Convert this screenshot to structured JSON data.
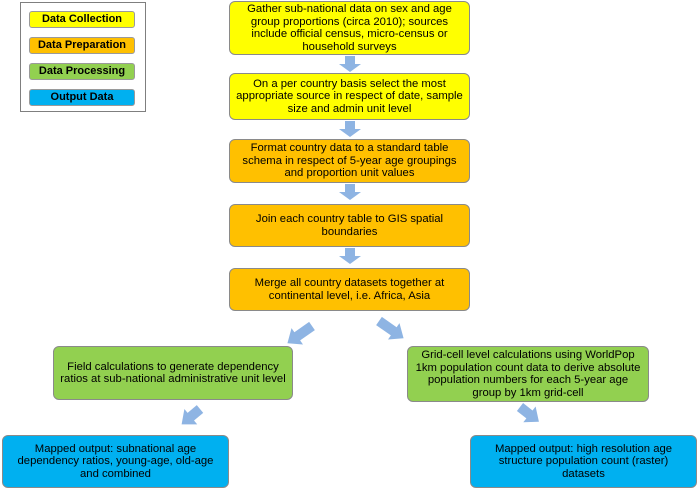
{
  "colors": {
    "data_collection": "#ffff00",
    "data_preparation": "#ffc000",
    "data_processing": "#92d050",
    "output_data": "#00b0f0",
    "arrow": "#8eb4e3"
  },
  "legend": {
    "items": [
      {
        "label": "Data Collection"
      },
      {
        "label": "Data Preparation"
      },
      {
        "label": "Data Processing"
      },
      {
        "label": "Output Data"
      }
    ]
  },
  "steps": {
    "gather": "Gather sub-national data on sex and age group proportions (circa 2010); sources include official census, micro-census or household surveys",
    "select": "On a per country basis select the most appropriate source in respect of date, sample size and admin unit level",
    "format": "Format country data to a standard table schema in respect of 5-year age groupings and proportion unit values",
    "join": "Join each country table to GIS spatial boundaries",
    "merge": "Merge all country datasets together at continental level, i.e. Africa, Asia",
    "field_calc": "Field calculations to generate dependency ratios at sub-national administrative unit level",
    "grid_calc": "Grid-cell level calculations using WorldPop 1km population count data to derive absolute population numbers for each 5-year age group by 1km grid-cell",
    "output_subnational": "Mapped output: subnational age dependency ratios, young-age, old-age and combined",
    "output_raster": "Mapped output: high resolution age structure population count (raster) datasets"
  }
}
